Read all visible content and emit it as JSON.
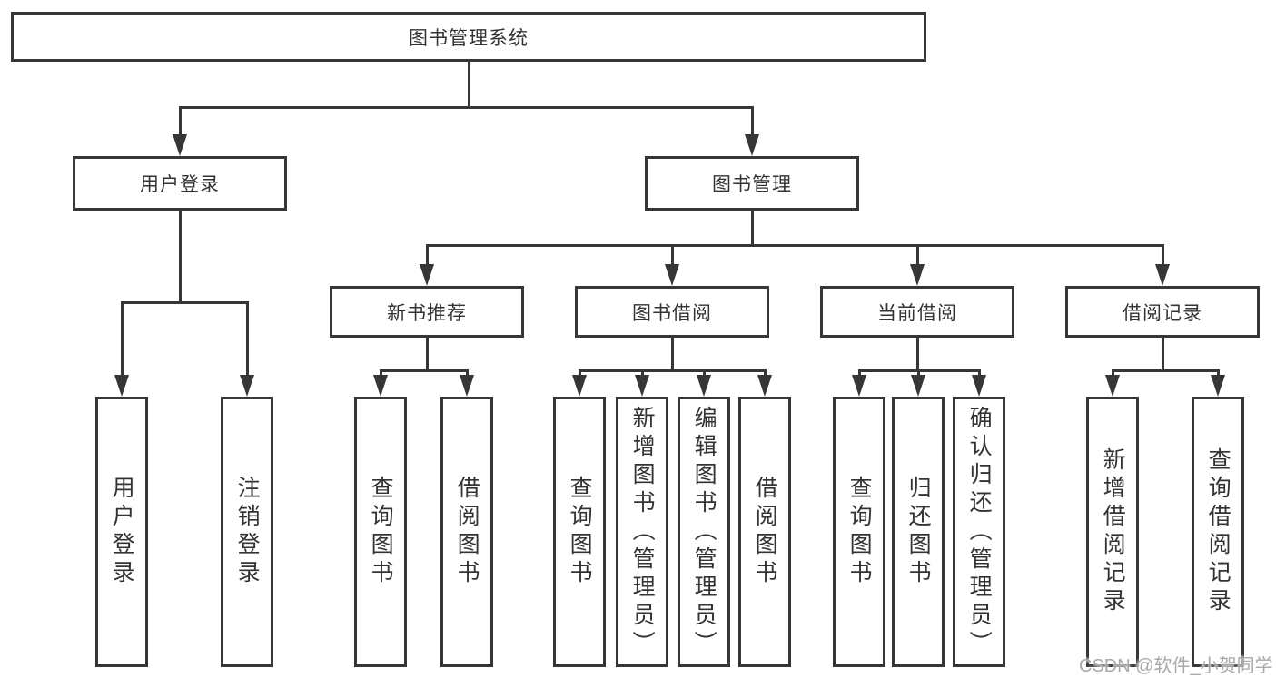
{
  "diagram_type": "tree",
  "tree": {
    "root": {
      "label": "图书管理系统"
    },
    "level2": [
      {
        "label": "用户登录",
        "children": [
          {
            "label": "用户登录"
          },
          {
            "label": "注销登录"
          }
        ]
      },
      {
        "label": "图书管理",
        "children": [
          {
            "label": "新书推荐",
            "children": [
              {
                "label": "查询图书"
              },
              {
                "label": "借阅图书"
              }
            ]
          },
          {
            "label": "图书借阅",
            "children": [
              {
                "label": "查询图书"
              },
              {
                "label": "新增图书（管理员）"
              },
              {
                "label": "编辑图书（管理员）"
              },
              {
                "label": "借阅图书"
              }
            ]
          },
          {
            "label": "当前借阅",
            "children": [
              {
                "label": "查询图书"
              },
              {
                "label": "归还图书"
              },
              {
                "label": "确认归还（管理员）"
              }
            ]
          },
          {
            "label": "借阅记录",
            "children": [
              {
                "label": "新增借阅记录"
              },
              {
                "label": "查询借阅记录"
              }
            ]
          }
        ]
      }
    ]
  },
  "watermark": {
    "text": "CSDN @软件_小贺同学"
  },
  "colors": {
    "line": "#363636",
    "text": "#333333",
    "background": "#ffffff",
    "watermark": "#a9a9a9"
  }
}
